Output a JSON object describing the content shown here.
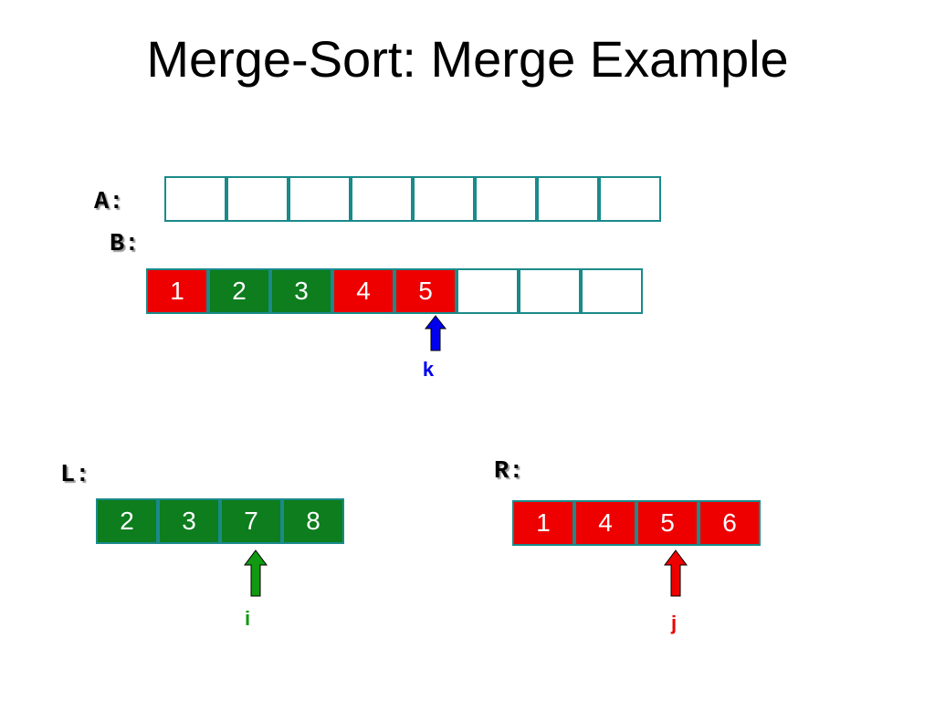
{
  "title": "Merge-Sort: Merge Example",
  "labels": {
    "a": "A:",
    "b": "B:",
    "l": "L:",
    "r": "R:"
  },
  "arrays": {
    "A": {
      "values": [
        "",
        "",
        "",
        "",
        "",
        "",
        "",
        ""
      ],
      "colors": [
        "empty",
        "empty",
        "empty",
        "empty",
        "empty",
        "empty",
        "empty",
        "empty"
      ]
    },
    "B": {
      "values": [
        "1",
        "2",
        "3",
        "4",
        "5",
        "",
        "",
        ""
      ],
      "colors": [
        "red",
        "green",
        "green",
        "red",
        "red",
        "empty",
        "empty",
        "empty"
      ]
    },
    "L": {
      "values": [
        "2",
        "3",
        "7",
        "8"
      ],
      "colors": [
        "green",
        "green",
        "green",
        "green"
      ]
    },
    "R": {
      "values": [
        "1",
        "4",
        "5",
        "6"
      ],
      "colors": [
        "red",
        "red",
        "red",
        "red"
      ]
    }
  },
  "pointers": {
    "k": {
      "label": "k",
      "color": "#0000ee",
      "array": "B",
      "index": 4
    },
    "i": {
      "label": "i",
      "color": "#119911",
      "array": "L",
      "index": 2
    },
    "j": {
      "label": "j",
      "color": "#ee0000",
      "array": "R",
      "index": 2
    }
  }
}
